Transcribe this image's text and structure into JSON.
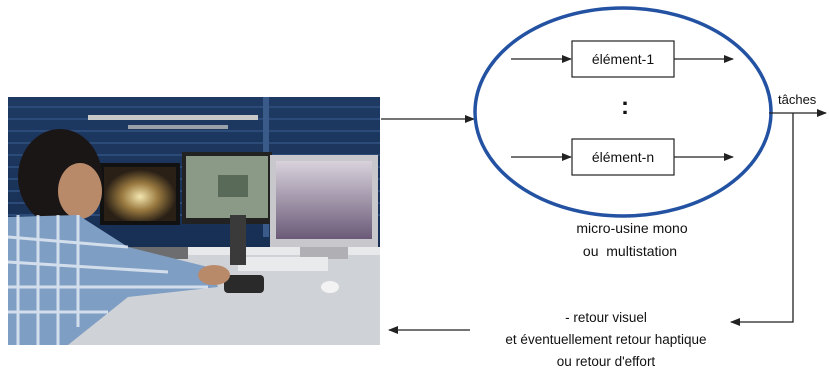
{
  "diagram": {
    "element_first": "élément-1",
    "ellipsis": ":",
    "element_last": "élément-n",
    "output_label": "tâches",
    "caption_line1": "micro-usine mono",
    "caption_line2": "ou  multistation",
    "feedback_line1": "- retour visuel",
    "feedback_line2": "et éventuellement retour haptique",
    "feedback_line3": "ou retour d'effort"
  },
  "colors": {
    "ellipse": "#2352a3",
    "line": "#222222"
  },
  "photo": {
    "description_icon": "operator-at-workstation-photo"
  }
}
